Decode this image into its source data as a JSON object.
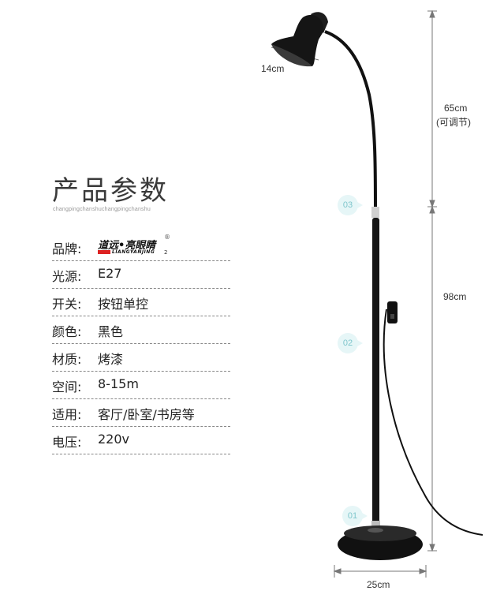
{
  "title": "产品参数",
  "subtitle": "changpingchanshuchangpingchanshu",
  "brand": {
    "label": "品牌:",
    "name_cn": "道远•亮眼睛",
    "name_en": "LIANGYANJING",
    "reg_mark": "®",
    "sub": "2"
  },
  "specs": [
    {
      "label": "光源:",
      "value": "E27"
    },
    {
      "label": "开关:",
      "value": "按钮单控"
    },
    {
      "label": "颜色:",
      "value": "黑色"
    },
    {
      "label": "材质:",
      "value": "烤漆"
    },
    {
      "label": "空间:",
      "value": "8-15m"
    },
    {
      "label": "适用:",
      "value": "客厅/卧室/书房等"
    },
    {
      "label": "电压:",
      "value": "220v"
    }
  ],
  "dimensions": {
    "shade_width": "14cm",
    "neck_height": "65cm",
    "neck_note": "(可调节)",
    "pole_height": "98cm",
    "base_width": "25cm"
  },
  "callouts": [
    "01",
    "02",
    "03"
  ],
  "colors": {
    "lamp": "#1a1a1a",
    "callout_bg": "#e6f6f7",
    "callout_text": "#7fc6cc",
    "brand_red": "#dd2222"
  }
}
